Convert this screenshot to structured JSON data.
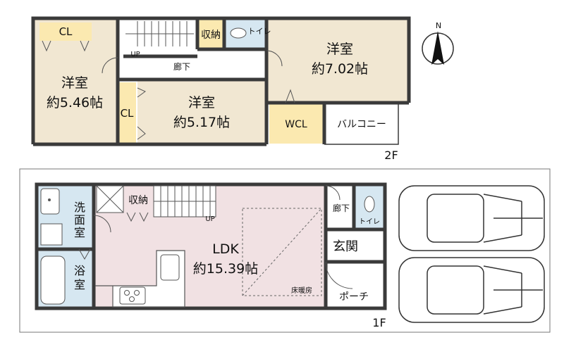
{
  "colors": {
    "wall": "#3a3a3a",
    "room_beige": "#f1e7d2",
    "closet_yellow": "#fbe9b0",
    "wet_blue": "#d6e7f1",
    "ldk_pink": "#f1e1e3",
    "floor_white": "#ffffff",
    "car_fill": "#ffffff"
  },
  "compass": {
    "label": "N"
  },
  "floor2": {
    "floor_label": "2F",
    "cl_top": "CL",
    "room_west_name": "洋室",
    "room_west_size": "約5.46帖",
    "cl_mid": "CL",
    "room_mid_name": "洋室",
    "room_mid_size": "約5.17帖",
    "room_east_name": "洋室",
    "room_east_size": "約7.02帖",
    "storage": "収納",
    "toilet": "トイレ",
    "corridor": "廊下",
    "stair_up": "UP",
    "wcl": "WCL",
    "balcony": "バルコニー"
  },
  "floor1": {
    "floor_label": "1F",
    "washroom_1": "洗",
    "washroom_2": "面",
    "washroom_3": "室",
    "bath_1": "浴",
    "bath_2": "室",
    "storage": "収納",
    "stair_up": "UP",
    "ldk_name": "LDK",
    "ldk_size": "約15.39帖",
    "floor_heating": "床暖房",
    "corridor": "廊下",
    "toilet": "トイレ",
    "entrance": "玄関",
    "porch": "ポーチ"
  }
}
